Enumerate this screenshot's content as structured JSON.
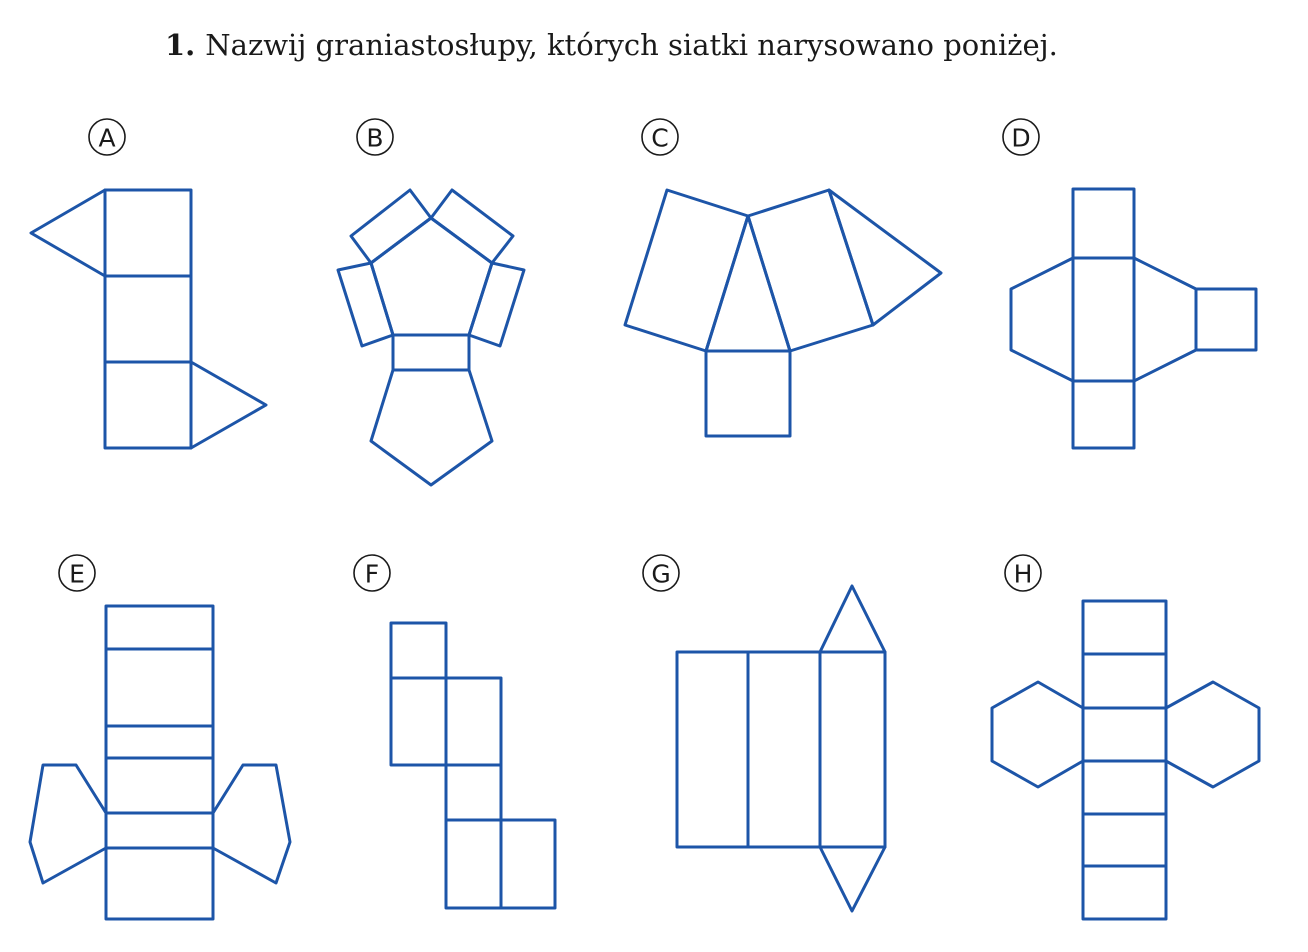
{
  "exercise": {
    "number": "1.",
    "instruction": "Nazwij graniastosłupy, których siatki narysowano poniżej."
  },
  "colors": {
    "line": "#1d55a8",
    "text": "#1a1a1a"
  },
  "nets": [
    {
      "id": "A"
    },
    {
      "id": "B"
    },
    {
      "id": "C"
    },
    {
      "id": "D"
    },
    {
      "id": "E"
    },
    {
      "id": "F"
    },
    {
      "id": "G"
    },
    {
      "id": "H"
    }
  ]
}
